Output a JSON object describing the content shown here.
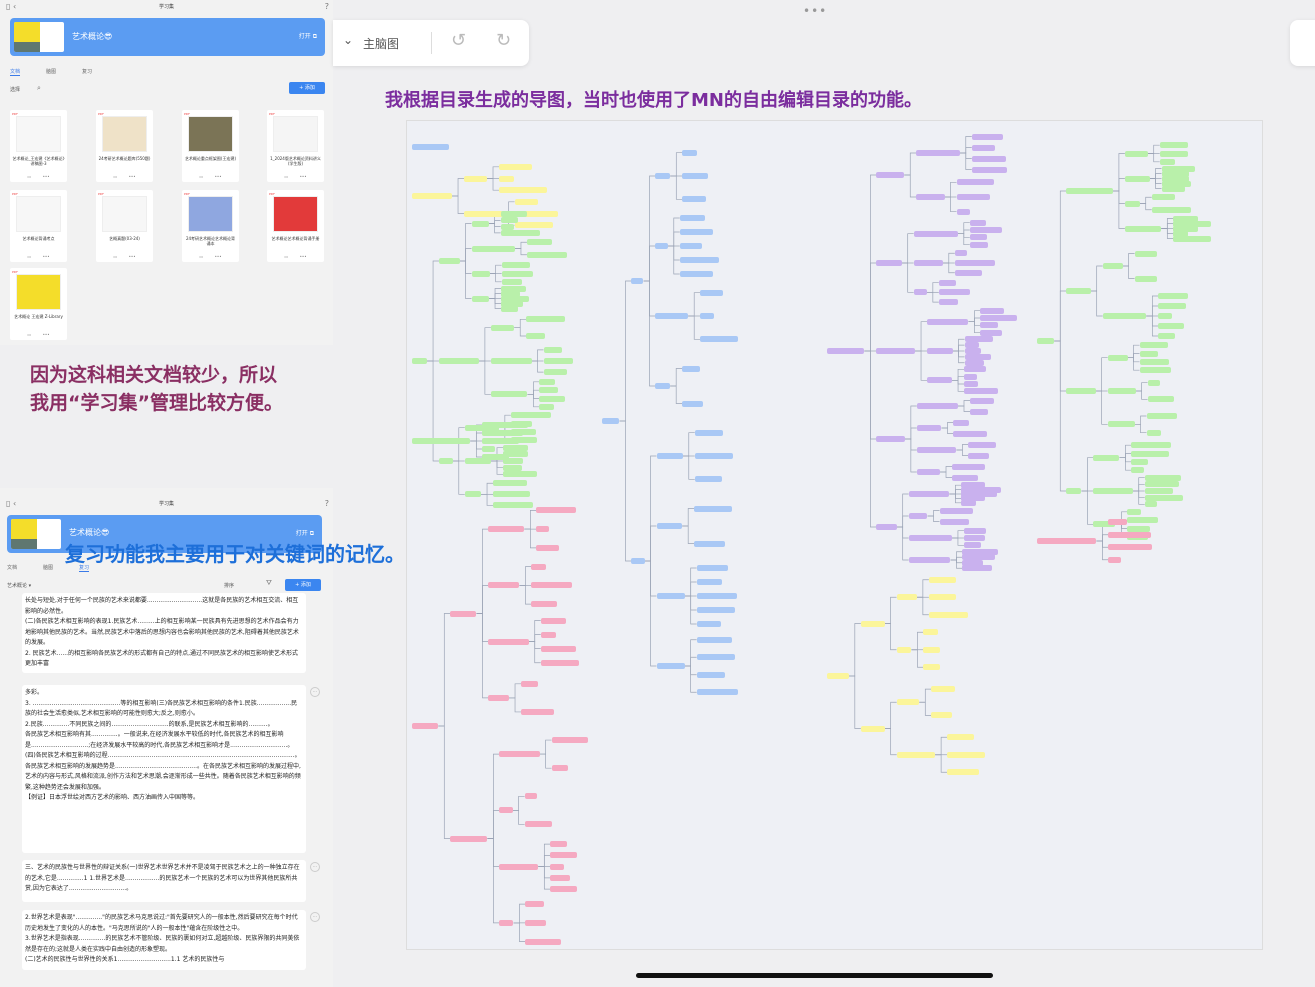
{
  "top_app": {
    "window_title": "学习集",
    "help": "?",
    "set_title": "艺术概论😎",
    "open_label": "打开",
    "tabs": [
      "文档",
      "脑图",
      "复习"
    ],
    "select_label": "选择",
    "add_label": "添加",
    "cards": [
      {
        "tag": "PDF",
        "name": "艺术概论_王宏建《艺术概论》讲稿图-3"
      },
      {
        "tag": "PDF",
        "name": "24考研艺术概论题库(550题)"
      },
      {
        "tag": "PDF",
        "name": "艺术概论重点框架图(王宏建)"
      },
      {
        "tag": "PDF",
        "name": "1_2024版艺术概论资料讲义(学生版)"
      },
      {
        "tag": "PDF",
        "name": "艺术概论背诵考点"
      },
      {
        "tag": "PDF",
        "name": "艺概真题(03-24)"
      },
      {
        "tag": "PDF",
        "name": "24考研艺术概论艺术概论背诵本"
      },
      {
        "tag": "PDF",
        "name": "艺术概论艺术概论背诵手册"
      },
      {
        "tag": "PDF",
        "name": "艺术概论 王宏建 Z-Library"
      }
    ]
  },
  "note_left": [
    "因为这科相关文档较少，所以",
    "我用“学习集”管理比较方便。"
  ],
  "bottom_app": {
    "window_title": "学习集",
    "help": "?",
    "set_title": "艺术概论😎",
    "open_label": "打开",
    "tabs": [
      "文档",
      "脑图",
      "复习"
    ],
    "filter_label": "艺术概论 ▾",
    "sort_label": "排序",
    "add_label": "添加",
    "overlay": "复习功能我主要用于对关键词的记忆。",
    "review_cards": [
      [
        "长处与短处,对于任何一个民族的艺术来说都要.............................这就是各民族的艺术相互交流、相互影响的必然性。",
        "(二)各民族艺术相互影响的表现1.民族艺术.........上的相互影响某一民族具有先进思想的艺术作品会有力地影响其他民族的艺术。当然,民族艺术中落后的思想内容也会影响其他民族的艺术,阻碍着其他民族艺术的发展。",
        "2. 民族艺术......的相互影响各民族艺术的形式都有自己的特点,通过不同民族艺术的相互影响使艺术形式更加丰富"
      ],
      [
        "多彩。",
        "3. ..............................................等的相互影响(三)各民族艺术相互影响的条件1.民族..................民族的社会生活愈类似,艺术相互影响的可能性则愈大;反之,则愈小。",
        "2.民族..............不同民族之间的..............................的联系,是民族艺术相互影响的..........。",
        "各民族艺术相互影响有其..............。一般说来,在经济发展水平较低的时代,各民族艺术的相互影响是..............................;在经济发展水平较高的时代,各民族艺术相互影响才是..............................。",
        "(四)各民族艺术相互影响的过程..................................................................................................。",
        "各民族艺术相互影响的发展趋势是...........................................。在各民族艺术相互影响的发展过程中,艺术的内容与形式,风格和流派,创作方法和艺术思潮,会逐渐形成一些共性。随着各民族艺术相互影响的频繁,这种趋势还会发展和加强。",
        "【例证】日本浮世绘对西方艺术的影响、西方油画传入中国等等。"
      ],
      [
        "三、艺术的民族性与世界性的辩证关系(一)世界艺术世界艺术并不是凌驾于民族艺术之上的一种独立存在的艺术,它是..............1 1.世界艺术是..................的民族艺术一个民族的艺术可以为世界其他民族所共赏,因为它表达了..............................。"
      ],
      [
        "2.世界艺术是表现\"..............\"的民族艺术马克思说过:\"首先要研究人的一般本性,然后要研究在每个时代历史地发生了变化的人的本性。\"马克思所说的\"人的一般本性\"蕴含在阶级性之中。",
        "3.世界艺术是指表现..............的民族艺术不管阶级、民族的裹如何对立,超越阶级、民族界限的共同美依然是存在的;这就是人类在实践中自由创造的形象塑现。",
        "(二)艺术的民族性与世界性的关系1............................1.1 艺术的民族性与"
      ]
    ]
  },
  "mindmap_toolbar": {
    "dropdown_label": "主脑图"
  },
  "note_right": "我根据目录生成的导图，当时也使用了MN的自由编辑目录的功能。",
  "colors": {
    "banner": "#5b9cf2",
    "note_left": "#8a2f63",
    "overlay": "#1d6fd9",
    "note_right": "#7b2d9e",
    "yellow": "#fbf59a",
    "green": "#b9f0aa",
    "blue": "#a9c8f5",
    "purple": "#c9b1ee",
    "pink": "#f5a9c1"
  }
}
